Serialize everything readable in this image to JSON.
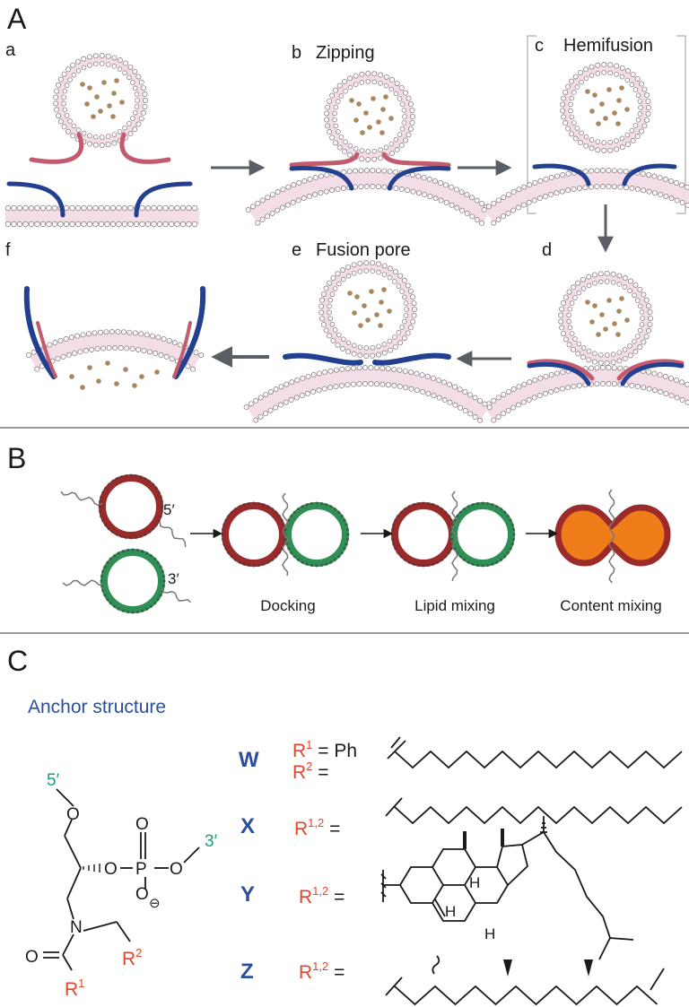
{
  "panels": {
    "A": {
      "label": "A",
      "steps": {
        "a": "a",
        "b": "b",
        "b_title": "Zipping",
        "c": "c",
        "c_title": "Hemifusion",
        "d": "d",
        "e": "e",
        "e_title": "Fusion pore",
        "f": "f"
      }
    },
    "B": {
      "label": "B",
      "end5": "5′",
      "end3": "3′",
      "stages": [
        "Docking",
        "Lipid mixing",
        "Content mixing"
      ]
    },
    "C": {
      "label": "C",
      "heading": "Anchor structure",
      "structure": {
        "five_prime": "5′",
        "three_prime": "3′",
        "O1": "O",
        "O2": "O",
        "O3": "O",
        "O4": "O",
        "O5": "O",
        "O6": "O",
        "P": "P",
        "N": "N",
        "charge": "⊖",
        "R": "R",
        "sup1": "1",
        "sup2": "2"
      },
      "variants": [
        {
          "letter": "W",
          "line1_R": "R",
          "line1_sup": "1",
          "line1_rest": " = Ph",
          "line2_R": "R",
          "line2_sup": "2",
          "line2_rest": " ="
        },
        {
          "letter": "X",
          "R": "R",
          "sup": "1,2",
          "rest": " ="
        },
        {
          "letter": "Y",
          "R": "R",
          "sup": "1,2",
          "rest": " ="
        },
        {
          "letter": "Z",
          "R": "R",
          "sup": "1,2",
          "rest": " ="
        }
      ],
      "ring_H": [
        "H",
        "H",
        "H"
      ]
    }
  },
  "colors": {
    "snare_red": "#c25b6e",
    "snare_blue": "#233f8f",
    "membrane_pink": "#f3dde6",
    "cargo": "#a9865f",
    "vesicle_red": "#9b2a2a",
    "vesicle_green": "#2f8f55",
    "content_orange": "#f07d1a",
    "r_group": "#e2452c",
    "variant_letter": "#2c4f9a",
    "end_label": "#1e9f6e"
  }
}
